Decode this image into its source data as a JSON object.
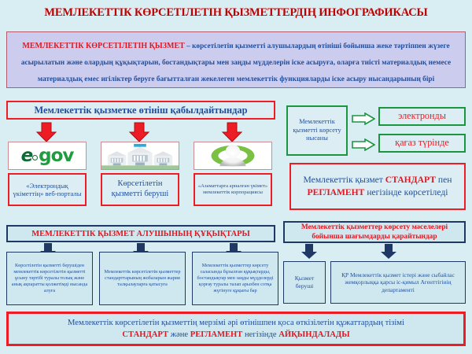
{
  "title": "МЕМЛЕКЕТТІК КӨРСЕТІЛЕТІН ҚЫЗМЕТТЕРДІҢ ИНФОГРАФИКАСЫ",
  "definition": {
    "term": "МЕМЛЕКЕТТІК КӨРСЕТІЛЕТІН ҚЫЗМЕТ",
    "body": " – көрсетілетін қызметті алушылардың өтініші бойынша жеке тәртіппен жүзеге асырылатын және олардың құқықтарын, бостандықтары мен заңды мүдделерін іске асыруға, оларға тиісті материалдық немесе материалдық емес игіліктер беруге бағытталған жекелеген мемлекеттік функцияларды іске асыру нысандарының бірі"
  },
  "accept": {
    "header": "Мемлекеттік қызметке өтініш қабылдайтындар",
    "channels": [
      {
        "icon": "egov-logo-icon",
        "label": "«Электрондық үкіметтің» веб-порталы",
        "font_size": "8.6px"
      },
      {
        "icon": "government-building-icon",
        "label": "Көрсетілетін қызметті беруші",
        "font_size": "10.4px"
      },
      {
        "icon": "citizens-government-logo-icon",
        "label": "«Азаматтарға арналған үкімет» мемлекеттік корпорациясы",
        "font_size": "6.6px"
      }
    ]
  },
  "form": {
    "source_label": "Мемлекеттік қызметті көрсету нысаны",
    "outputs": [
      "электронды",
      "қағаз түрінде"
    ]
  },
  "standard_regulation": {
    "prefix": "Мемлекеттік қызмет ",
    "word1": "СТАНДАРТ",
    "middle": " пен ",
    "word2": "РЕГЛАМЕНТ",
    "suffix": " негізінде көрсетіледі"
  },
  "rights": {
    "header": "МЕМЛЕКЕТТІК ҚЫЗМЕТ АЛУШЫНЫҢ ҚҰҚЫҚТАРЫ",
    "items": [
      "Көрсетілетін қызметті берушіден мемлекеттік көрсетілетін қызметті ұсыну тәртібі туралы толық және анық ақпаратты қолжетімді нысанда алуға",
      "Мемлекеттік көрсетілетін қызметтер стандарттарының жобаларын жария талқылауларға қатысуға",
      "Мемлекеттік қызметтер көрсету саласында бұзылған құқықтарды, бостандықтар мен заңды мүдделерді қорғау туралы талап арызбен сотқа жүгінуге құқығы бар"
    ]
  },
  "complaints": {
    "header": "Мемлекеттік қызметтер көрсету мәселелері бойынша шағымдарды қарайтындар",
    "items": [
      "Қызмет беруші",
      "ҚР Мемлекеттік қызмет істері және сыбайлас жемқорлыққа қарсы іс-қимыл Агенттігінің департаменті"
    ]
  },
  "footer": {
    "line1": "Мемлекеттік көрсетілетін қызметтің мерзімі әрі өтінішпен қоса өткізілетін құжаттардың тізімі",
    "word1": "СТАНДАРТ",
    "mid": " және ",
    "word2": "РЕГЛАМЕНТ",
    "mid2": " негізінде ",
    "word3": "АЙҚЫНДАЛАДЫ"
  },
  "colors": {
    "page_bg": "#d9eef2",
    "title_red": "#c00000",
    "accent_red": "#ee1c25",
    "accent_blue": "#1f4e9c",
    "navy": "#1f3864",
    "green": "#1a9641",
    "box_blue": "#cfe8f0",
    "definition_bg": "#ccccee"
  },
  "egov_logo": {
    "e": "e",
    "gov": "gov"
  }
}
